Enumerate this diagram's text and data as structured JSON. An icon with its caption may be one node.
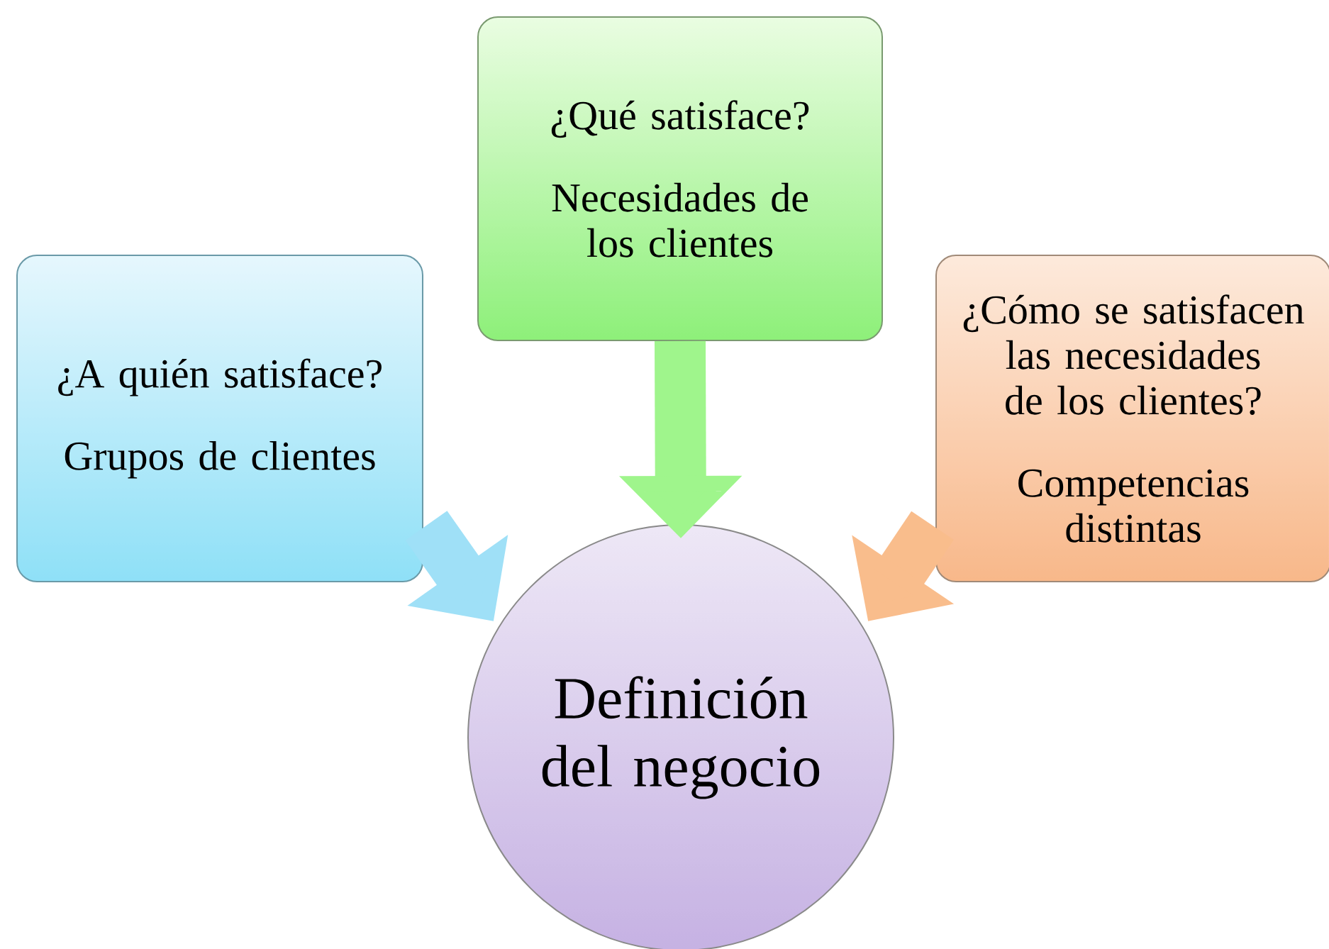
{
  "diagram": {
    "nodes": [
      {
        "text": [
          "¿A quién satisface?",
          "Grupos de clientes"
        ]
      },
      {
        "text": [
          "¿Qué satisface?",
          "Necesidades de los clientes"
        ]
      },
      {
        "text": [
          "¿Cómo se satisfacen las necesidades de los clientes?",
          "Competencias distintas"
        ]
      },
      {
        "text": [
          "Definición del negocio"
        ]
      }
    ],
    "edges": [
      {
        "from": 0,
        "to": 3,
        "arrow": "to",
        "color": "#9fe0f7"
      },
      {
        "from": 1,
        "to": 3,
        "arrow": "to",
        "color": "#9ff58c"
      },
      {
        "from": 2,
        "to": 3,
        "arrow": "to",
        "color": "#f9bd8c"
      }
    ]
  }
}
